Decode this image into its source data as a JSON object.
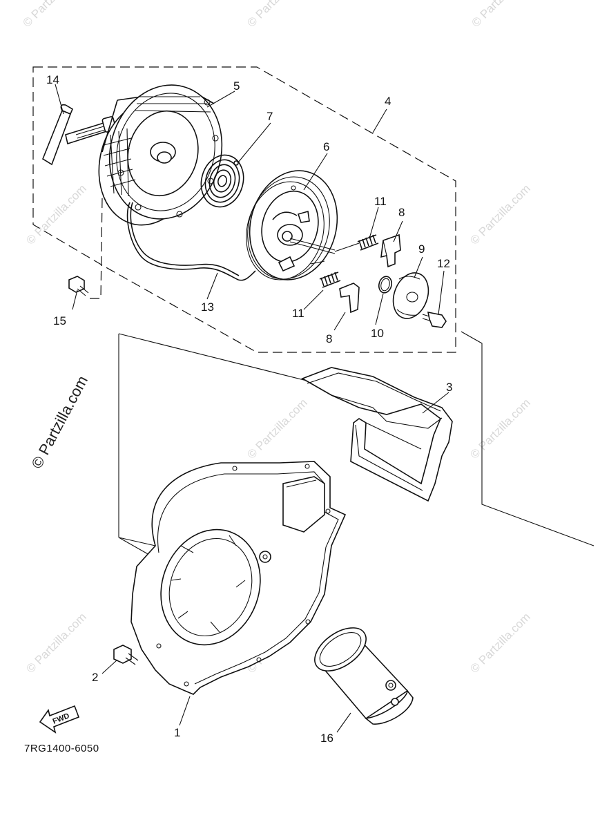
{
  "diagram": {
    "code": "7RG1400-6050",
    "fwd_label": "FWD",
    "watermark_main": "© Partzilla.com",
    "watermark_small": "© Partzilla.com",
    "callouts": [
      {
        "id": "14",
        "label": "14"
      },
      {
        "id": "5",
        "label": "5"
      },
      {
        "id": "7",
        "label": "7"
      },
      {
        "id": "6",
        "label": "6"
      },
      {
        "id": "4",
        "label": "4"
      },
      {
        "id": "11a",
        "label": "11"
      },
      {
        "id": "8a",
        "label": "8"
      },
      {
        "id": "9",
        "label": "9"
      },
      {
        "id": "12",
        "label": "12"
      },
      {
        "id": "15",
        "label": "15"
      },
      {
        "id": "13",
        "label": "13"
      },
      {
        "id": "11b",
        "label": "11"
      },
      {
        "id": "10",
        "label": "10"
      },
      {
        "id": "8b",
        "label": "8"
      },
      {
        "id": "3",
        "label": "3"
      },
      {
        "id": "2",
        "label": "2"
      },
      {
        "id": "1",
        "label": "1"
      },
      {
        "id": "16",
        "label": "16"
      }
    ]
  }
}
